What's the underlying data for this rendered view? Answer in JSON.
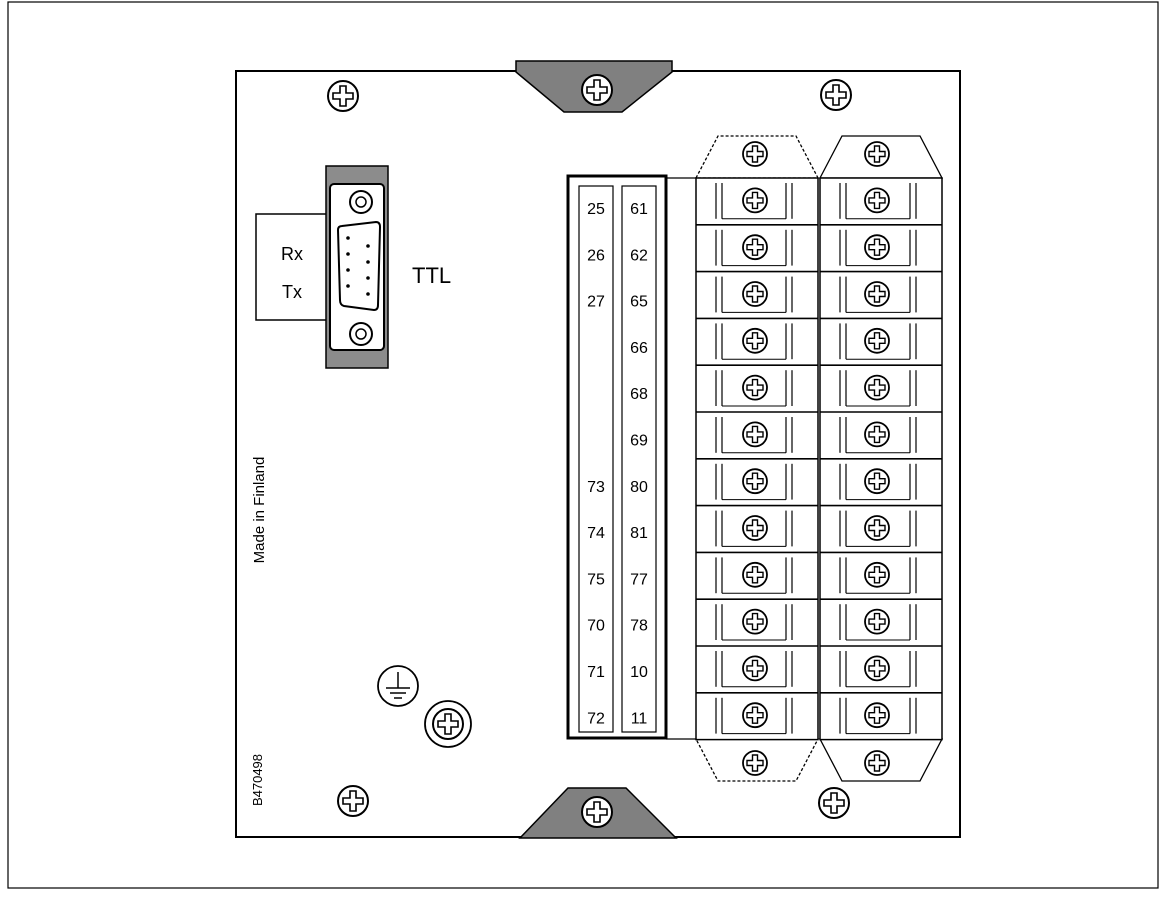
{
  "labels": {
    "rx": "Rx",
    "tx": "Tx",
    "ttl": "TTL",
    "made_in": "Made in Finland",
    "drawing_id": "B470498"
  },
  "terminals": {
    "left_column": [
      "25",
      "26",
      "27",
      "",
      "",
      "",
      "73",
      "74",
      "75",
      "70",
      "71",
      "72"
    ],
    "right_column": [
      "61",
      "62",
      "65",
      "66",
      "68",
      "69",
      "80",
      "81",
      "77",
      "78",
      "10",
      "11"
    ]
  },
  "colors": {
    "line": "#000000",
    "bracket_fill": "#808080",
    "connector_cap": "#8c8c8c",
    "background": "#ffffff"
  },
  "icons": [
    "screw-icon",
    "earth-ground-icon",
    "db9-connector-icon"
  ]
}
